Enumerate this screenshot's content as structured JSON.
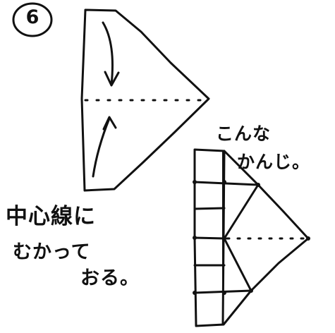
{
  "step_number": "6",
  "captions": {
    "top": [
      "こんな",
      "かんじ。"
    ],
    "bottom": [
      "中心線に",
      "むかって",
      "おる。"
    ]
  },
  "colors": {
    "ink": "#111111",
    "paper": "#ffffff"
  },
  "icons": [
    "fold-down-arrow-icon",
    "fold-up-arrow-icon",
    "center-fold-line-icon"
  ]
}
